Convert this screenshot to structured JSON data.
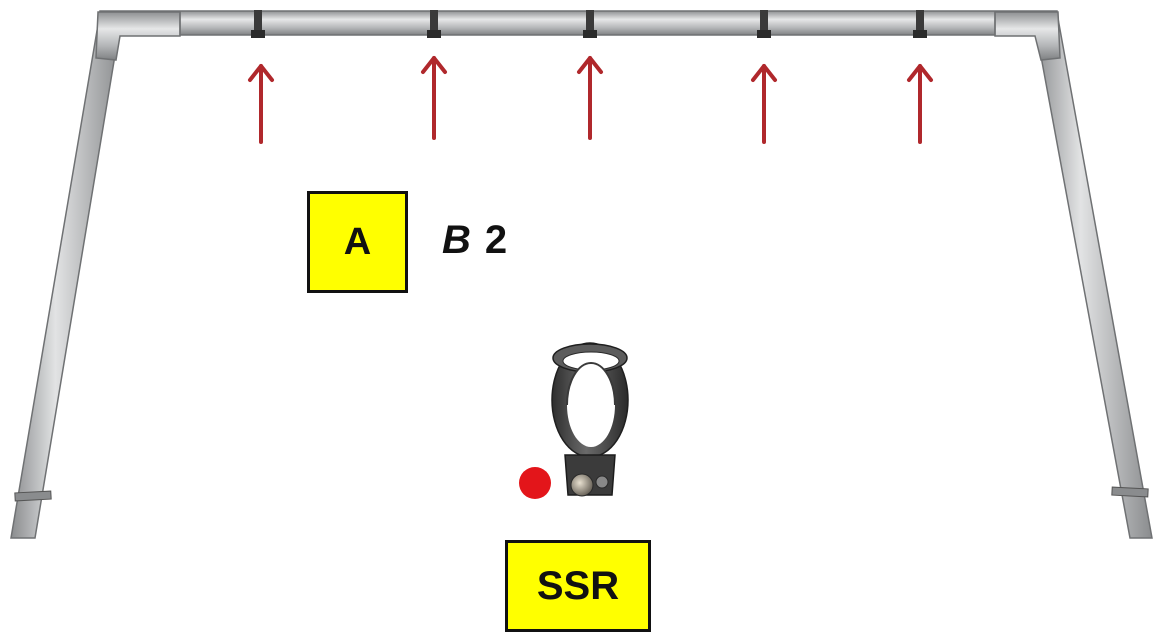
{
  "labels": {
    "part_code": "A",
    "quantity_letter": "B",
    "quantity_value": "2",
    "component_code": "SSR"
  },
  "colors": {
    "label_fill": "#ffff00",
    "arrow": "#b0282c",
    "marker": "#e3151a",
    "pipe": "#b9bbbd",
    "clamp": "#4a4a4a"
  },
  "icons": {
    "arrow": "up-arrow-icon",
    "clamp": "pipe-clamp-icon",
    "marker": "red-dot-icon"
  },
  "arrow_count": 5
}
